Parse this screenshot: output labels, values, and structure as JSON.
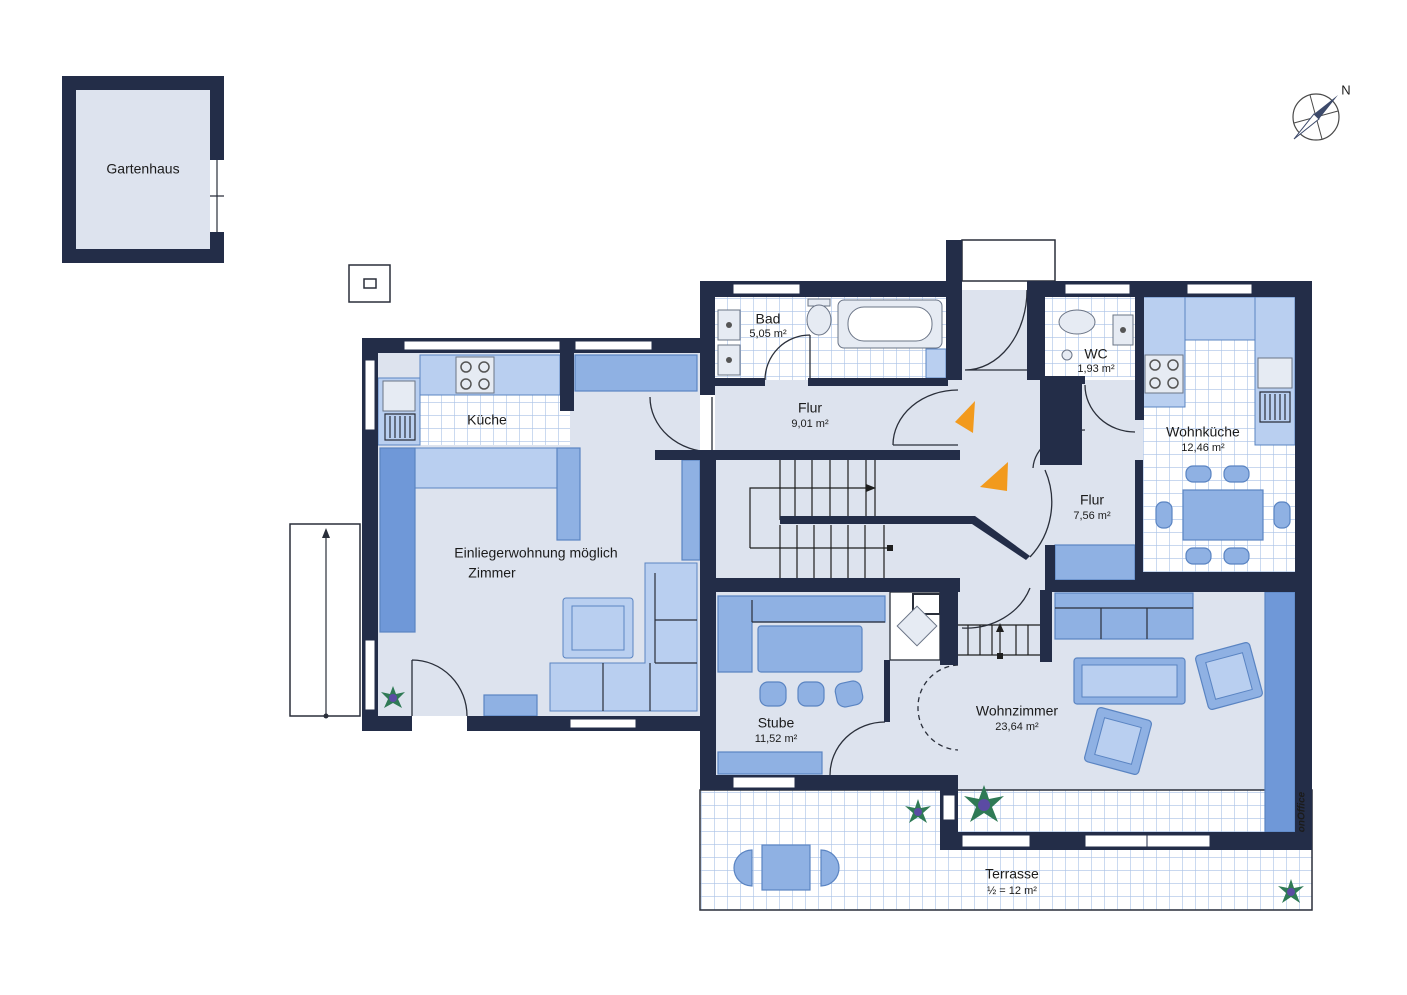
{
  "plan": {
    "compass_label": "N",
    "watermark": "onOffice"
  },
  "rooms": {
    "gartenhaus": {
      "name": "Gartenhaus"
    },
    "bad": {
      "name": "Bad",
      "area": "5,05 m²"
    },
    "wc": {
      "name": "WC",
      "area": "1,93 m²"
    },
    "kueche": {
      "name": "Küche"
    },
    "flur_oben": {
      "name": "Flur",
      "area": "9,01 m²"
    },
    "wohnkueche": {
      "name": "Wohnküche",
      "area": "12,46 m²"
    },
    "flur_rechts": {
      "name": "Flur",
      "area": "7,56 m²"
    },
    "einlieger": {
      "note": "Einliegerwohnung möglich",
      "name": "Zimmer"
    },
    "stube": {
      "name": "Stube",
      "area": "11,52 m²"
    },
    "wohnzimmer": {
      "name": "Wohnzimmer",
      "area": "23,64 m²"
    },
    "terrasse": {
      "name": "Terrasse",
      "area": "½ = 12 m²"
    }
  },
  "colors": {
    "wall": "#232d48",
    "floor": "#dde3ee",
    "furniture": "#8fb1e3",
    "furniture_dark": "#6f98d8",
    "furniture_edge": "#5a84c2",
    "counter": "#b9cff0",
    "tile_line": "#a9c2e6",
    "accent": "#f29a1d",
    "plant": "#2f7a55",
    "plant_core": "#5b4ba3"
  }
}
